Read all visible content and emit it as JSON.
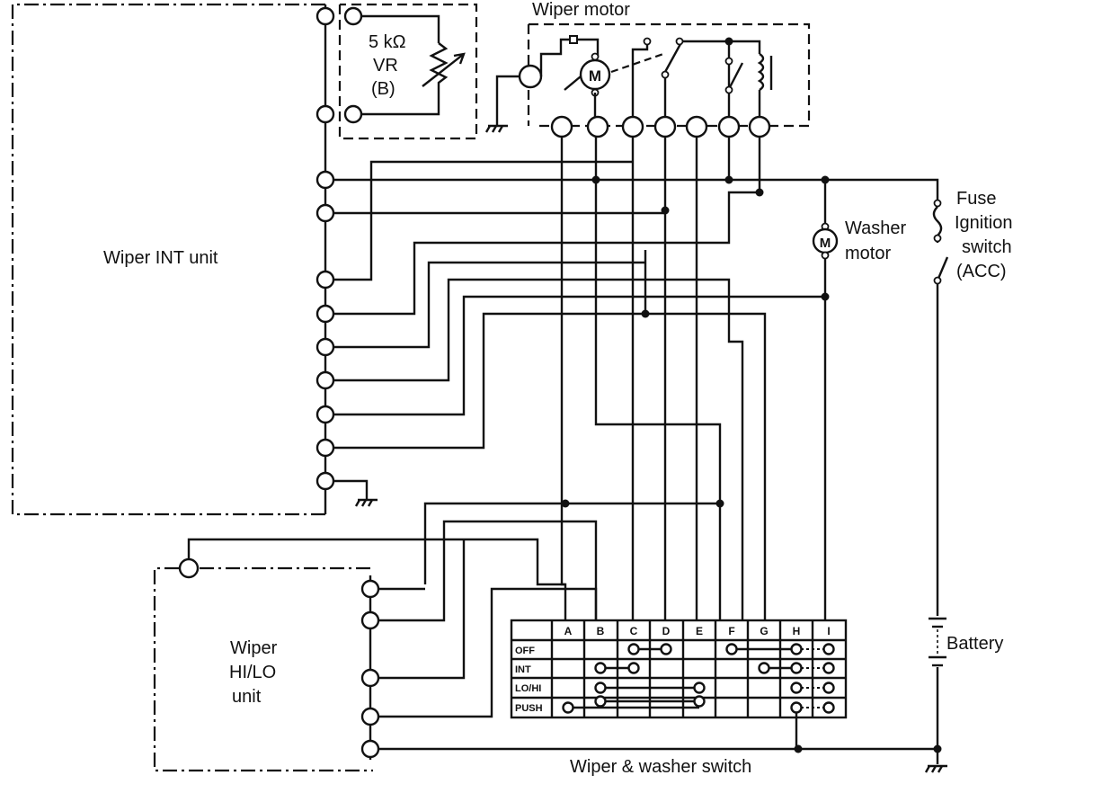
{
  "labels": {
    "wiper_motor": "Wiper motor",
    "vr_line1": "5 kΩ",
    "vr_line2": "VR",
    "vr_line3": "(B)",
    "int_unit": "Wiper INT unit",
    "washer_motor_line1": "Washer",
    "washer_motor_line2": "motor",
    "fuse_line1": "Fuse",
    "fuse_line2": "Ignition",
    "fuse_line3": "switch",
    "fuse_line4": "(ACC)",
    "battery": "Battery",
    "hilo_line1": "Wiper",
    "hilo_line2": "HI/LO",
    "hilo_line3": "unit",
    "switch_title": "Wiper & washer switch",
    "motor_symbol": "M"
  },
  "switch_table": {
    "columns": [
      "A",
      "B",
      "C",
      "D",
      "E",
      "F",
      "G",
      "H",
      "I"
    ],
    "rows": [
      "OFF",
      "INT",
      "LO/HI",
      "PUSH"
    ]
  }
}
